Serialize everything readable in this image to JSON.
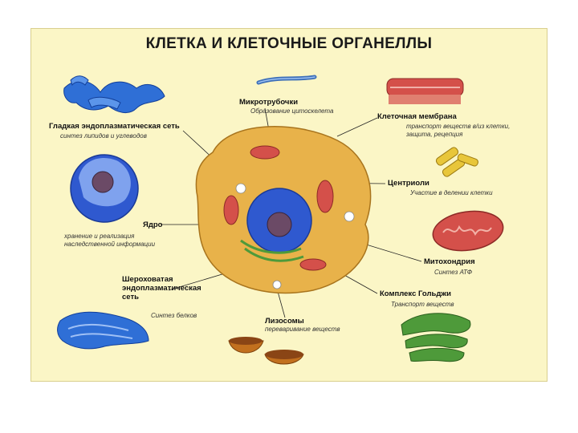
{
  "title": "КЛЕТКА И КЛЕТОЧНЫЕ ОРГАНЕЛЛЫ",
  "colors": {
    "background": "#fbf6c6",
    "er": "#2f6fd6",
    "nucleus": "#3a5fd1",
    "cell": "#e8b24a",
    "mitochondria": "#d4504a",
    "golgi": "#4e9a3a",
    "centriole": "#e8c63a"
  },
  "labels": {
    "smooth_er": {
      "name": "Гладкая эндоплазматическая сеть",
      "desc": "синтез липидов и углеводов"
    },
    "nucleus": {
      "name": "Ядро",
      "desc_1": "хранение и реализация",
      "desc_2": "наследственной информации"
    },
    "rough_er": {
      "name_1": "Шероховатая",
      "name_2": "эндоплазматическая",
      "name_3": "сеть",
      "desc": "Синтез белков"
    },
    "microtubules": {
      "name": "Микротрубочки",
      "desc": "Образование цитоскелета"
    },
    "membrane": {
      "name": "Клеточная мембрана",
      "desc_1": "транспорт веществ в/из клетки,",
      "desc_2": "защита, рецепция"
    },
    "centrioles": {
      "name": "Центриоли",
      "desc": "Участие в делении клетки"
    },
    "mitochondrion": {
      "name": "Митохондрия",
      "desc": "Синтез АТФ"
    },
    "golgi": {
      "name": "Комплекс Гольджи",
      "desc": "Транспорт веществ"
    },
    "lysosomes": {
      "name": "Лизосомы",
      "desc": "переваривание веществ"
    }
  }
}
